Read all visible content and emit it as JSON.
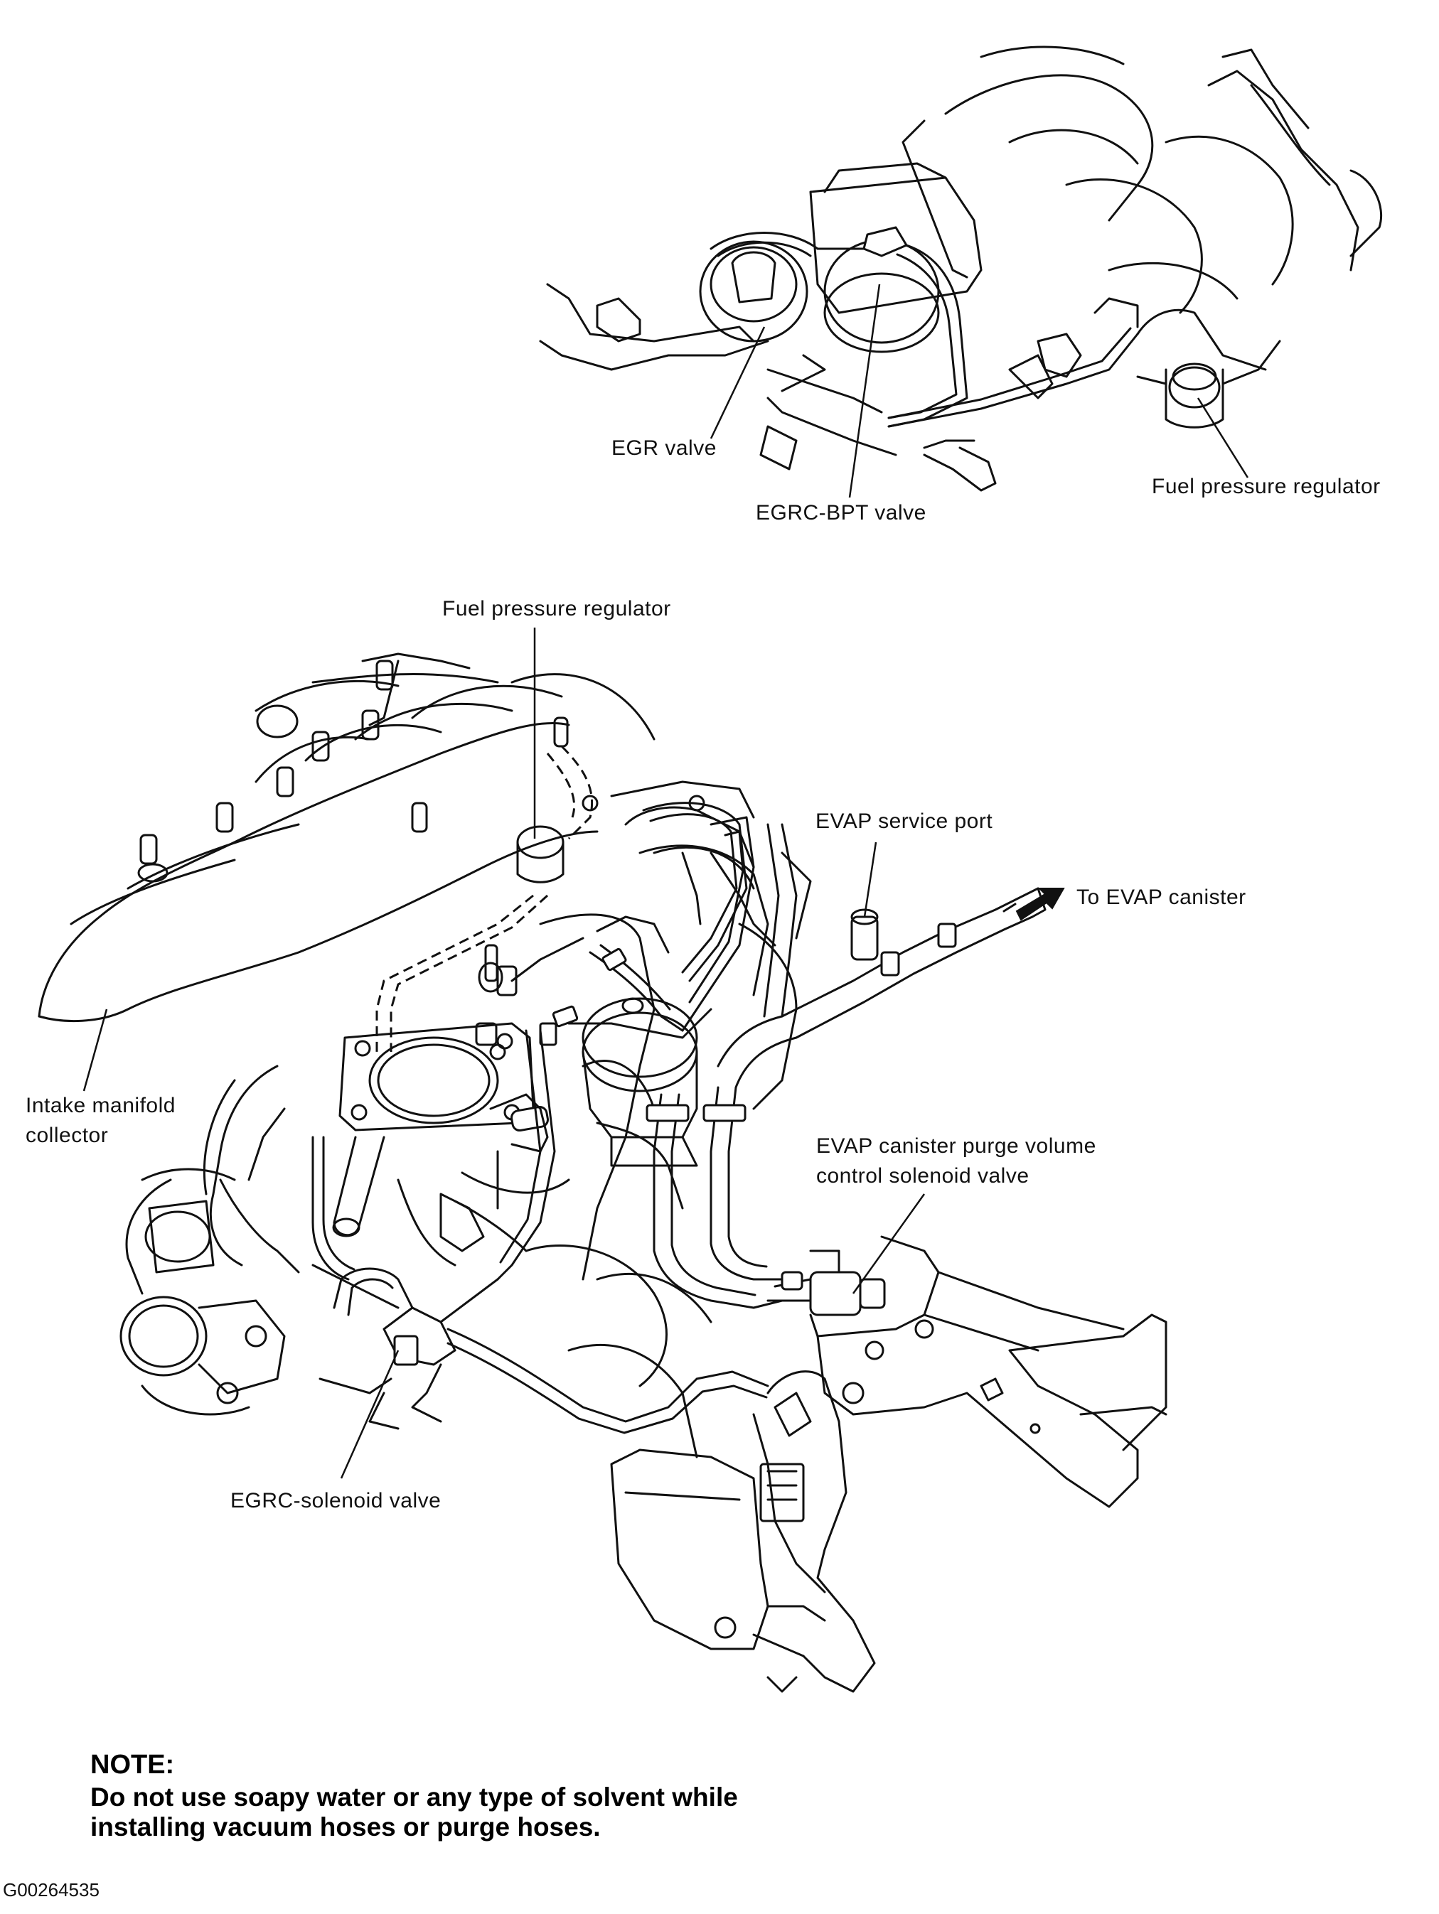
{
  "labels": {
    "egr_valve": "EGR valve",
    "egrc_bpt_valve": "EGRC-BPT valve",
    "fuel_pressure_regulator_top": "Fuel pressure regulator",
    "fuel_pressure_regulator_main": "Fuel pressure regulator",
    "evap_service_port": "EVAP service port",
    "to_evap_canister": "To EVAP canister",
    "intake_manifold_collector": "Intake manifold\ncollector",
    "evap_purge_solenoid": "EVAP canister purge volume\ncontrol solenoid valve",
    "egrc_solenoid_valve": "EGRC-solenoid valve"
  },
  "note": {
    "title": "NOTE:",
    "body": "Do not use soapy water or any type of solvent while\ninstalling vacuum hoses or purge hoses."
  },
  "figure_id": "G00264535"
}
